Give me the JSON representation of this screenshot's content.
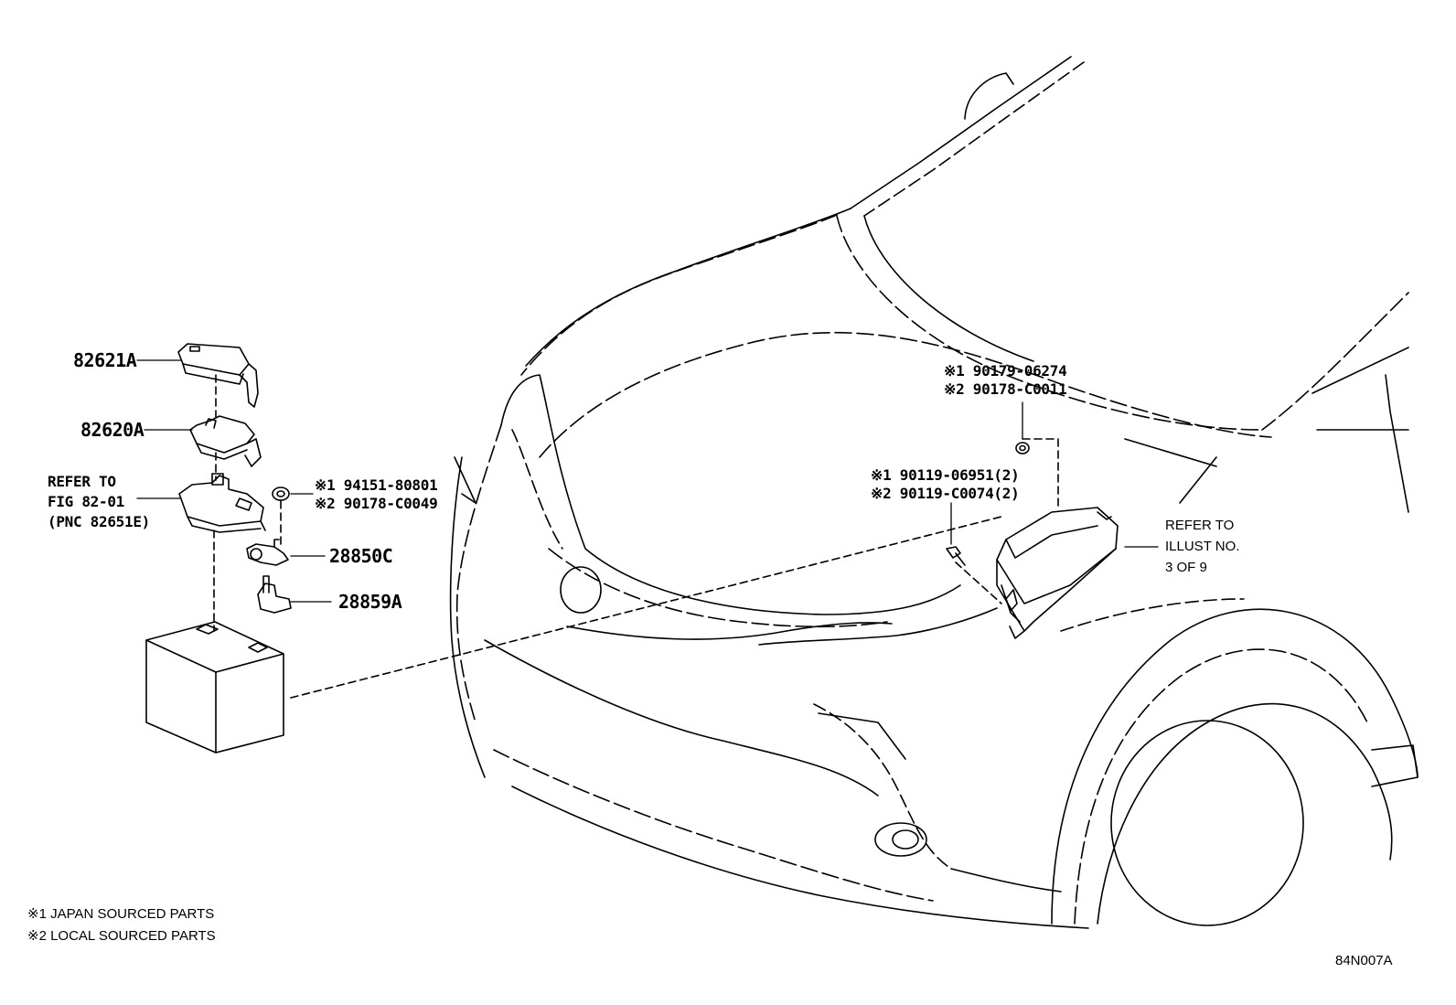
{
  "parts": {
    "p82621a": "82621A",
    "p82620a": "82620A",
    "refer_fig_1": "REFER TO",
    "refer_fig_2": "FIG 82-01",
    "refer_fig_3": "(PNC 82651E)",
    "nut_a_1": "※1 94151-80801",
    "nut_a_2": "※2 90178-C0049",
    "p28850c": "28850C",
    "p28859a": "28859A",
    "nut_b_1": "※1 90179-06274",
    "nut_b_2": "※2 90178-C0011",
    "bolt_1": "※1 90119-06951(2)",
    "bolt_2": "※2 90119-C0074(2)",
    "refer_illust_1": "REFER TO",
    "refer_illust_2": "ILLUST NO.",
    "refer_illust_3": "3 OF 9"
  },
  "legend": {
    "line1": "※1 JAPAN SOURCED PARTS",
    "line2": "※2 LOCAL SOURCED PARTS"
  },
  "figure_code": "84N007A"
}
